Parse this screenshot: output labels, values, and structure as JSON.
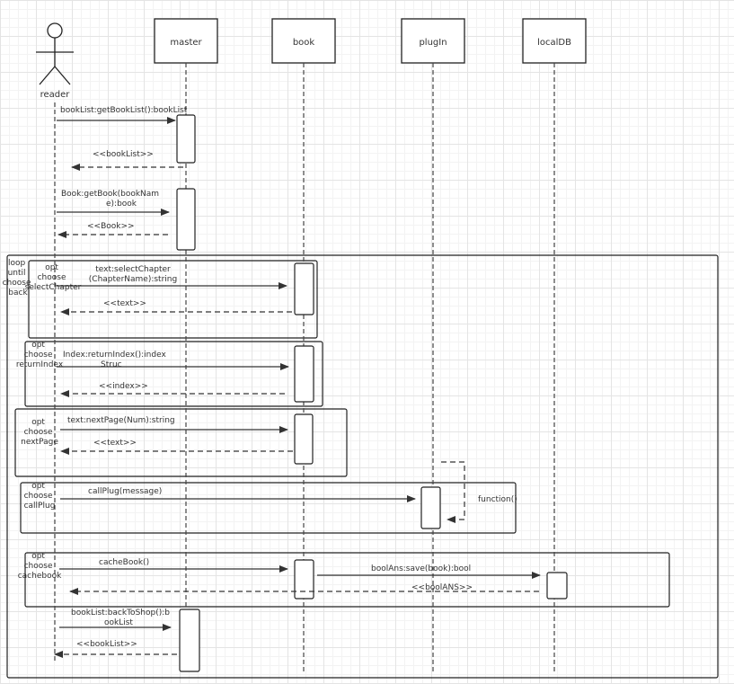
{
  "actor": {
    "label": "reader"
  },
  "participants": {
    "master": "master",
    "book": "book",
    "plugin": "plugIn",
    "localdb": "localDB"
  },
  "messages": {
    "m1": {
      "lines": [
        "bookList:getBookList():bookList"
      ]
    },
    "r1": {
      "lines": [
        "<<bookList>>"
      ]
    },
    "m2": {
      "lines": [
        "Book:getBook(bookNam",
        "e):book"
      ]
    },
    "r2": {
      "lines": [
        "<<Book>>"
      ]
    },
    "m3": {
      "lines": [
        "text:selectChapter",
        "(ChapterName):string"
      ]
    },
    "r3": {
      "lines": [
        "<<text>>"
      ]
    },
    "m4": {
      "lines": [
        "Index:returnIndex():index",
        "Struc"
      ]
    },
    "r4": {
      "lines": [
        "<<index>>"
      ]
    },
    "m5": {
      "lines": [
        "text:nextPage(Num):string"
      ]
    },
    "r5": {
      "lines": [
        "<<text>>"
      ]
    },
    "m6": {
      "lines": [
        "callPlug(message)"
      ]
    },
    "self6": {
      "lines": [
        "function()"
      ]
    },
    "m7": {
      "lines": [
        "cacheBook()"
      ]
    },
    "m8": {
      "lines": [
        "boolAns:save(book):bool"
      ]
    },
    "r8": {
      "lines": [
        "<<boolANS>>"
      ]
    },
    "m9": {
      "lines": [
        "bookList:backToShop():b",
        "ookList"
      ]
    },
    "r9": {
      "lines": [
        "<<bookList>>"
      ]
    }
  },
  "fragments": {
    "loop": {
      "lines": [
        "loop",
        "until",
        "choose",
        "back"
      ]
    },
    "opt1": {
      "lines": [
        "opt",
        "choose",
        "selectChapter"
      ]
    },
    "opt2": {
      "lines": [
        "opt",
        "choose",
        "returnIndex"
      ]
    },
    "opt3": {
      "lines": [
        "opt",
        "choose",
        "nextPage"
      ]
    },
    "opt4": {
      "lines": [
        "opt",
        "choose",
        "callPlug"
      ]
    },
    "opt5": {
      "lines": [
        "opt",
        "choose",
        "cachebook"
      ]
    }
  }
}
